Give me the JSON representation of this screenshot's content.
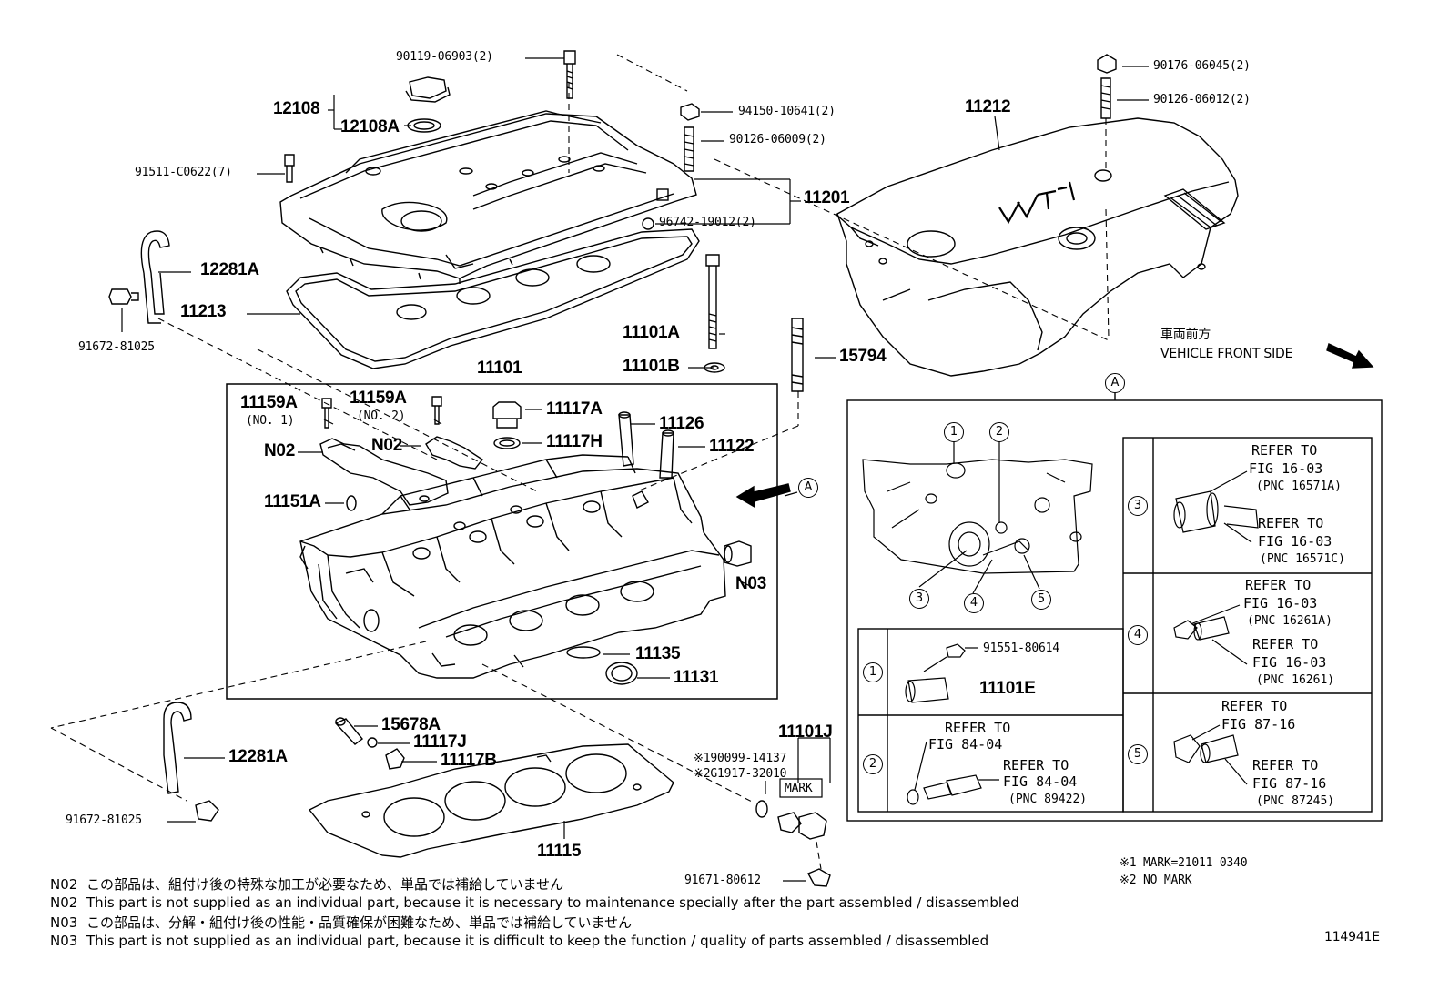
{
  "parts": {
    "p90119": "90119-06903(2)",
    "p12108": "12108",
    "p12108A": "12108A",
    "p91511": "91511-C0622(7)",
    "p12281A_top": "12281A",
    "p11213": "11213",
    "p91672_top": "91672-81025",
    "p94150": "94150-10641(2)",
    "p90126_9": "90126-06009(2)",
    "p11201": "11201",
    "p96742": "96742-19012(2)",
    "p11101A": "11101A",
    "p11101B": "11101B",
    "p15794": "15794",
    "p90176": "90176-06045(2)",
    "p90126_12": "90126-06012(2)",
    "p11212": "11212",
    "p11101": "11101",
    "p11159A_1": "11159A",
    "p11159A_1_sub": "(NO. 1)",
    "p11159A_2": "11159A",
    "p11159A_2_sub": "(NO. 2)",
    "p11117A": "11117A",
    "p11117H": "11117H",
    "p11126": "11126",
    "p11122": "11122",
    "pN02_a": "N02",
    "pN02_b": "N02",
    "p11151A": "11151A",
    "pN03": "N03",
    "p11135": "11135",
    "p11131": "11131",
    "p15678A": "15678A",
    "p11117J": "11117J",
    "p11117B": "11117B",
    "p12281A_bot": "12281A",
    "p91672_bot": "91672-81025",
    "p11115": "11115",
    "p11101J": "11101J",
    "p190099": "※190099-14137",
    "p2G1917": "※2G1917-32010",
    "pMARK": "MARK",
    "p91671": "91671-80612",
    "p91551": "91551-80614",
    "p11101E": "11101E"
  },
  "front": {
    "jp": "車両前方",
    "en": "VEHICLE FRONT SIDE"
  },
  "callout_a": "A",
  "detail": {
    "markers": [
      "1",
      "2",
      "3",
      "4",
      "5"
    ],
    "row2": {
      "l1": "REFER TO",
      "l2": "FIG 84-04",
      "l3": "REFER TO",
      "l4": "FIG 84-04",
      "l5": "(PNC 89422)"
    },
    "row3": {
      "l1": "REFER TO",
      "l2": "FIG 16-03",
      "l3": "(PNC 16571A)",
      "l4": "REFER TO",
      "l5": "FIG 16-03",
      "l6": "(PNC 16571C)"
    },
    "row4": {
      "l1": "REFER TO",
      "l2": "FIG 16-03",
      "l3": "(PNC 16261A)",
      "l4": "REFER TO",
      "l5": "FIG 16-03",
      "l6": "(PNC 16261)"
    },
    "row5": {
      "l1": "REFER TO",
      "l2": "FIG 87-16",
      "l3": "REFER TO",
      "l4": "FIG 87-16",
      "l5": "(PNC 87245)"
    }
  },
  "marks": {
    "m1": "※1 MARK=21011 0340",
    "m2": "※2 NO MARK"
  },
  "notes": [
    {
      "code": "N02",
      "text": "この部品は、組付け後の特殊な加工が必要なため、単品では補給していません"
    },
    {
      "code": "N02",
      "text": "This part is not supplied as an individual part, because it is necessary to maintenance specially after the part assembled / disassembled"
    },
    {
      "code": "N03",
      "text": "この部品は、分解・組付け後の性能・品質確保が困難なため、単品では補給していません"
    },
    {
      "code": "N03",
      "text": "This part is not supplied as an individual part, because it is difficult to keep the function / quality of parts  assembled / disassembled"
    }
  ],
  "figure_id": "114941E"
}
